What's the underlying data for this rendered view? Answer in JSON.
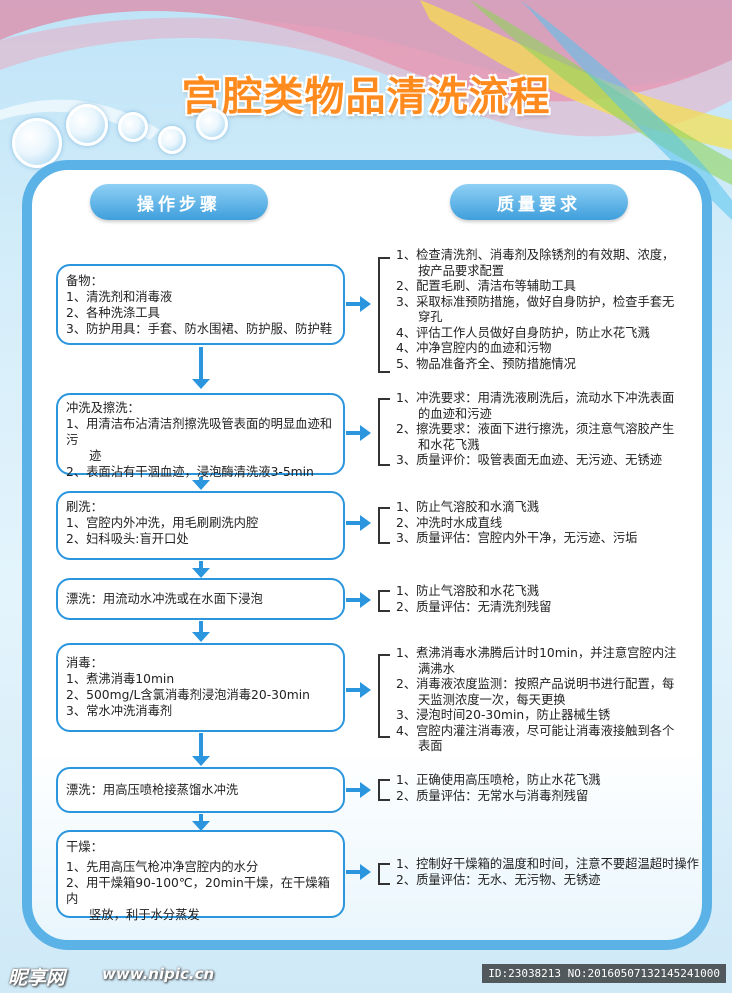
{
  "title": "宫腔类物品清洗流程",
  "headers": {
    "left": "操作步骤",
    "right": "质量要求"
  },
  "steps": [
    {
      "lines": [
        "备物：",
        "1、清洗剂和消毒液",
        "2、各种洗涤工具",
        "3、防护用具：手套、防水围裙、防护服、防护鞋"
      ]
    },
    {
      "lines": [
        "冲洗及擦洗：",
        "1、用清洁布沾清洁剂擦洗吸管表面的明显血迹和污",
        "迹",
        "2、表面沾有干涸血迹，浸泡酶清洗液3-5min"
      ]
    },
    {
      "lines": [
        "刷洗：",
        "1、宫腔内外冲洗，用毛刷刷洗内腔",
        "2、妇科吸头:盲开口处"
      ]
    },
    {
      "lines": [
        "漂洗：用流动水冲洗或在水面下浸泡"
      ]
    },
    {
      "lines": [
        "消毒：",
        "1、煮沸消毒10min",
        "2、500mg/L含氯消毒剂浸泡消毒20-30min",
        "3、常水冲洗消毒剂"
      ]
    },
    {
      "lines": [
        "漂洗：用高压喷枪接蒸馏水冲洗"
      ]
    },
    {
      "lines": [
        "干燥：",
        "1、先用高压气枪冲净宫腔内的水分",
        "2、用干燥箱90-100℃，20min干燥，在干燥箱内",
        "竖放，利于水分蒸发"
      ]
    }
  ],
  "requirements": [
    {
      "lines": [
        "1、检查清洗剂、消毒剂及除锈剂的有效期、浓度，",
        "按产品要求配置",
        "2、配置毛刷、清洁布等辅助工具",
        "3、采取标准预防措施，做好自身防护，检查手套无",
        "穿孔",
        "4、评估工作人员做好自身防护，防止水花飞溅",
        "4、冲净宫腔内的血迹和污物",
        "5、物品准备齐全、预防措施情况"
      ]
    },
    {
      "lines": [
        "1、冲洗要求：用清洗液刷洗后，流动水下冲洗表面",
        "的血迹和污迹",
        "2、擦洗要求：液面下进行擦洗，须注意气溶胶产生",
        "和水花飞溅",
        "3、质量评价：吸管表面无血迹、无污迹、无锈迹"
      ]
    },
    {
      "lines": [
        "1、防止气溶胶和水滴飞溅",
        "2、冲洗时水成直线",
        "3、质量评估：宫腔内外干净，无污迹、污垢"
      ]
    },
    {
      "lines": [
        "1、防止气溶胶和水花飞溅",
        "2、质量评估：无清洗剂残留"
      ]
    },
    {
      "lines": [
        "1、煮沸消毒水沸腾后计时10min，并注意宫腔内注",
        "满沸水",
        "2、消毒液浓度监测：按照产品说明书进行配置，每",
        "天监测浓度一次，每天更换",
        "3、浸泡时间20-30min，防止器械生锈",
        "4、宫腔内灌注消毒液，尽可能让消毒液接触到各个",
        "表面"
      ]
    },
    {
      "lines": [
        "1、正确使用高压喷枪，防止水花飞溅",
        "2、质量评估：无常水与消毒剂残留"
      ]
    },
    {
      "lines": [
        "1、控制好干燥箱的温度和时间，注意不要超温超时操作",
        "2、质量评估：无水、无污物、无锈迹"
      ]
    }
  ],
  "footer": {
    "logo": "昵享网",
    "url": "www.nipic.cn",
    "id_text": "ID:23038213 NO:20160507132145241000"
  },
  "colors": {
    "accent": "#2b96dd",
    "panel_border": "#5ab2e6",
    "title": "#ff8a1e"
  }
}
